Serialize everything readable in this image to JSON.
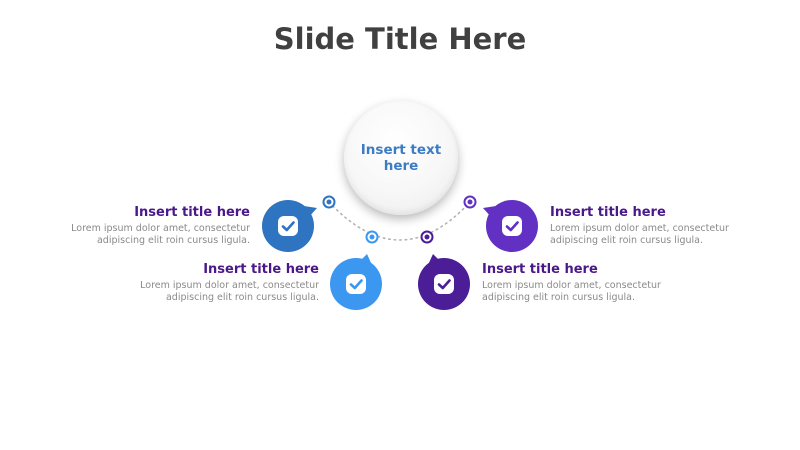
{
  "slide": {
    "title": "Slide Title Here"
  },
  "center": {
    "line1": "Insert text",
    "line2": "here"
  },
  "items": [
    {
      "title": "Insert title here",
      "desc_line1": "Lorem ipsum dolor amet, consectetur",
      "desc_line2": "adipiscing elit roin cursus ligula.",
      "color": "#2f74c0",
      "icon": "check-icon"
    },
    {
      "title": "Insert title here",
      "desc_line1": "Lorem ipsum dolor amet, consectetur",
      "desc_line2": "adipiscing elit roin cursus ligula.",
      "color": "#3c97f0",
      "icon": "check-icon"
    },
    {
      "title": "Insert title here",
      "desc_line1": "Lorem ipsum dolor amet, consectetur",
      "desc_line2": "adipiscing elit roin cursus ligula.",
      "color": "#4b1d96",
      "icon": "check-icon"
    },
    {
      "title": "Insert title here",
      "desc_line1": "Lorem ipsum dolor amet, consectetur",
      "desc_line2": "adipiscing elit roin cursus ligula.",
      "color": "#6230c2",
      "icon": "check-icon"
    }
  ],
  "colors": {
    "title_text": "#404040",
    "item_title": "#4b1889",
    "center_text": "#3b7cc4",
    "desc_text": "#8a8a8a"
  }
}
